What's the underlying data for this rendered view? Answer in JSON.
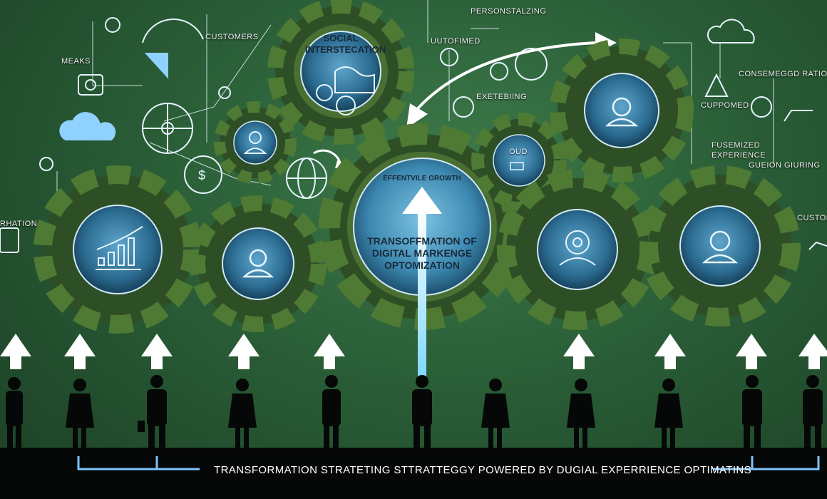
{
  "labels": {
    "customers_top": "CUSTOMERS",
    "meaks": "MEAKS",
    "personalizing": "PERSONSTALZING",
    "outformed": "UUTOFIMED",
    "exetebing": "EXETEBIING",
    "consemedged": "CONSEMEGGD RATION",
    "cuppomed": "CUPPOMED",
    "fusemized": "FUSEMIZED EXPERIENCE",
    "guedion": "GUEION GIURING",
    "custom_right": "CUSTOM",
    "ration_left": "RHATION",
    "oud": "OUD"
  },
  "gears": {
    "social_title": "SOCIAL INTERSTECATION",
    "center_top": "EFFENTVILE GROWTH",
    "center_main": "TRANSOFFMATION OF DIGITAL MARKENGE OPTOMIZATION"
  },
  "footer": {
    "tagline": "TRANSFORMATION STRATETING STTRATTEGGY POWERED BY DUGIAL EXPERRIENCE OPTIMATINS"
  },
  "colors": {
    "background": "#2a5e37",
    "moss": "#4f7a34",
    "gear_center": "#2f6a8e",
    "glow": "#9fe3ff",
    "footer": "#050806"
  }
}
